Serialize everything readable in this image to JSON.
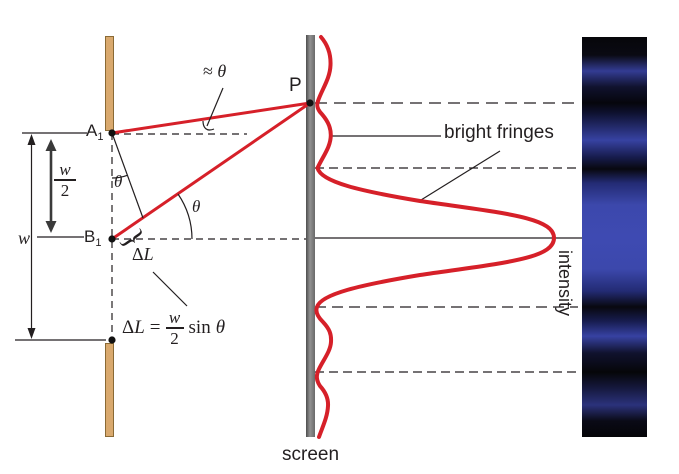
{
  "figure": {
    "title_hint": "single-slit diffraction geometry with intensity pattern",
    "colors": {
      "red": "#d62029",
      "tan": "#d9a96e",
      "tan_border": "#8a6a35",
      "screen": "#828282",
      "fringe_blue": "#3e4ab2",
      "text": "#231f20"
    },
    "labels": {
      "approx_sign": "≈",
      "theta": "θ",
      "point_p": "P",
      "point_a": "A",
      "point_a_sub": "1",
      "point_b": "B",
      "point_b_sub": "1",
      "slit_width": "w",
      "half_num": "w",
      "half_den": "2",
      "delta": "Δ",
      "path_var": "L",
      "bright_fringes": "bright fringes",
      "screen": "screen",
      "intensity": "intensity",
      "brace_glyph": "}"
    },
    "formula": {
      "delta": "Δ",
      "var": "L",
      "eq": "=",
      "num": "w",
      "den": "2",
      "sin": "sin",
      "theta": "θ"
    },
    "chart_data": {
      "type": "line",
      "description": "single-slit diffraction intensity vs position on screen (curve plotted sideways, amplitude to the right of screen)",
      "central_maximum_y": 238,
      "secondary_maxima_y": [
        70,
        136,
        340,
        403
      ],
      "minima_y": [
        103,
        168,
        307,
        372
      ],
      "relative_peak_amplitudes": [
        0.06,
        0.07,
        1.0,
        0.07,
        0.05
      ],
      "fringe_strip_bright_bands_y": [
        70,
        140,
        238,
        336,
        405
      ],
      "fringe_strip_dark_bands_y": [
        45,
        103,
        169,
        307,
        372,
        425
      ]
    }
  }
}
